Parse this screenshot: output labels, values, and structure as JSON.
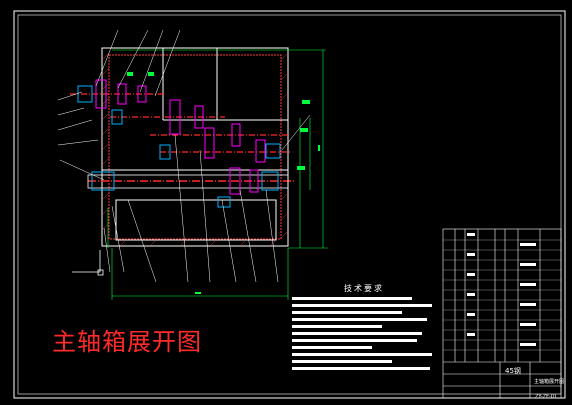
{
  "drawing": {
    "caption": "主轴箱展开图",
    "notes_title": "技术要求"
  },
  "title_block": {
    "material": "45钢",
    "name": "主轴箱展开图",
    "code": "ZY-ZF-01"
  },
  "colors": {
    "background": "#000000",
    "frame": "#ffffff",
    "section_lines": "#ff3b3b",
    "dimensions": "#00ff3a",
    "leaders": "#ffffff",
    "shafts": "#ff2a2a",
    "gears": "#ff00ff",
    "bearings": "#00b4ff",
    "labels": "#ffffff",
    "hatching": "#ff3b3b",
    "caption": "#ff2a2a"
  }
}
